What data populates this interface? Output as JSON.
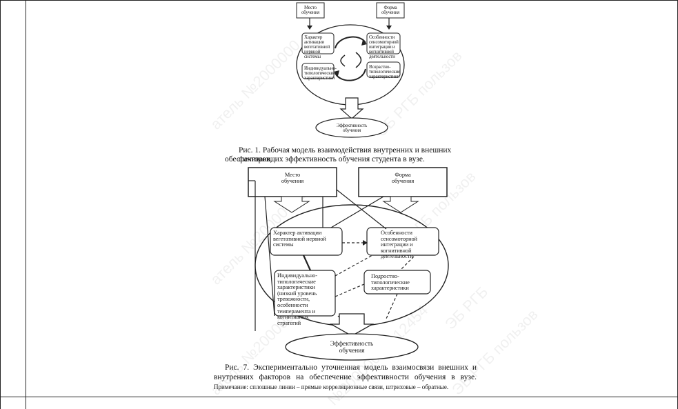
{
  "figure1": {
    "box_mesto": "Место обучения",
    "box_forma": "Форма обучения",
    "box_harakter": "Характер активации вегетативной нервной системы",
    "box_osobennosti": "Особенности сенсомоторной интеграции и когнитивной деятельности",
    "box_individ": "Индивидуально-типологические характеристики",
    "box_vozrast": "Возрастно-типологические характеристики",
    "oval_effekt": "Эффективность обучения",
    "caption_line1": "Рис. 1. Рабочая модель взаимодействия внутренних и внешних факторов,",
    "caption_line2": "обеспечивающих эффективность обучения студента в вузе."
  },
  "figure7": {
    "box_mesto": "Место обучения",
    "box_forma": "Форма обучения",
    "box_harakter": "Характер активации вегетативной нервной системы",
    "box_osobennosti": "Особенности сенсомоторной интеграции и когнитивной деятельности",
    "box_individ": "Индивидуально-типологические характеристики (низкий уровень тревожности, особенности темперамента и когнитивных стратегий",
    "box_podrostk": "Подростно-типологические характеристики",
    "oval_effekt": "Эффективность обучения",
    "caption_line1": "Рис. 7. Экспериментально уточненная модель взаимосвязи внешних и",
    "caption_line2": "внутренних факторов на обеспечение эффективности обучения в вузе.",
    "note": "Примечание: сплошные линии – прямые корреляционные связи, штриховые – обратные."
  },
  "watermark": {
    "lines": [
      "атель №2000000",
      "ЭБ РГБ пользов",
      "атель №20000081245",
      "ЭБ РГБ пользов",
      "атель №2000000",
      "ЭБ РГБ",
      "№20000000812454",
      "ЭБ РГБ пользов",
      "ЭБ РГБ пользов"
    ]
  }
}
